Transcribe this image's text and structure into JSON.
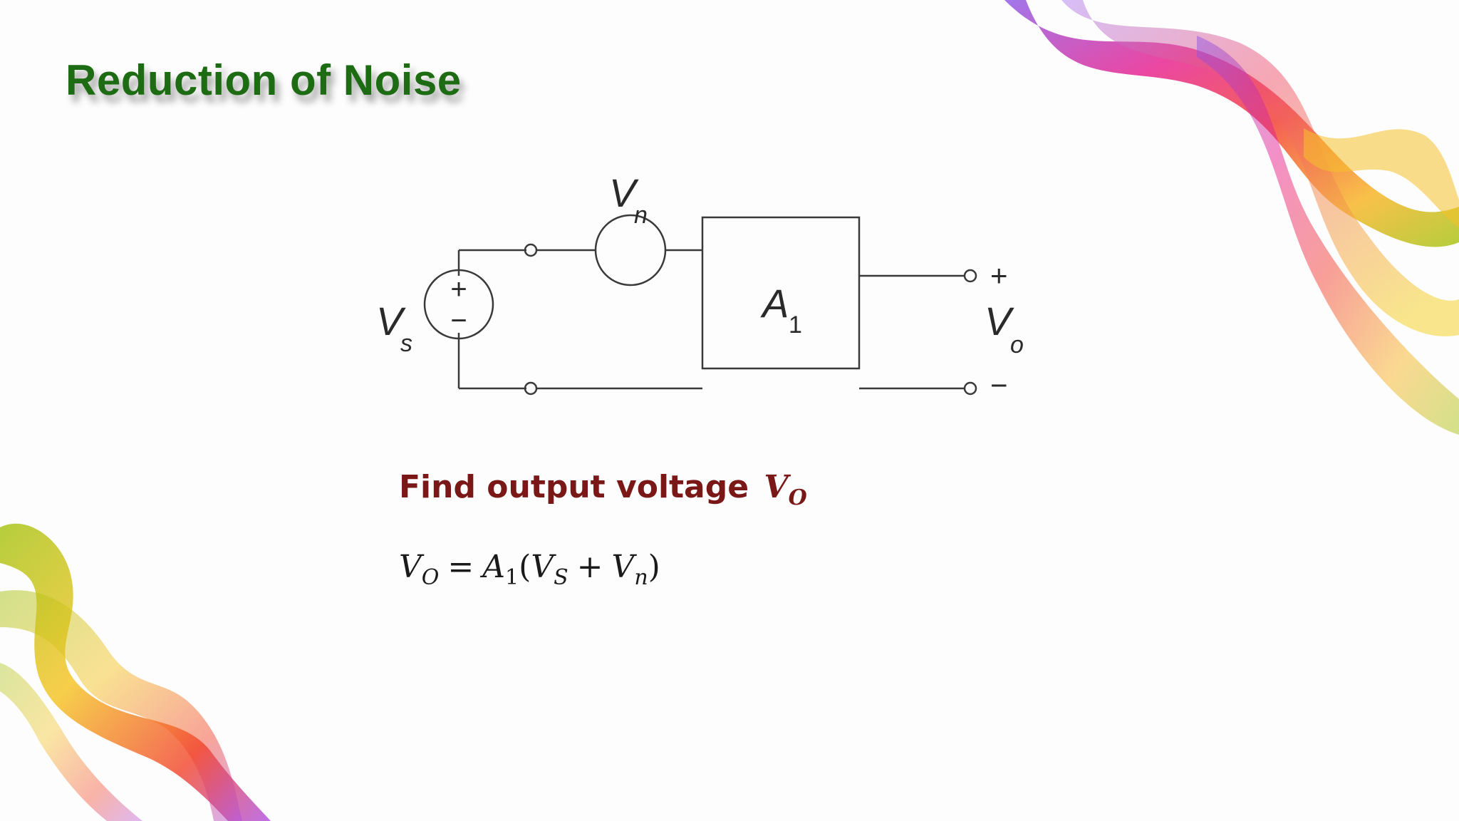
{
  "slide": {
    "title": "Reduction of Noise"
  },
  "circuit": {
    "source_label": "V",
    "source_sub": "s",
    "source_plus": "+",
    "source_minus": "−",
    "noise_label": "V",
    "noise_sub": "n",
    "amp_label": "A",
    "amp_sub": "1",
    "out_label": "V",
    "out_sub": "o",
    "out_plus": "+",
    "out_minus": "−"
  },
  "question": {
    "text": "Find output voltage",
    "var": "V",
    "var_sub": "O"
  },
  "equation": {
    "lhs": "V",
    "lhs_sub": "O",
    "eq": "=",
    "gain": "A",
    "gain_sub": "1",
    "open": "(",
    "vs": "V",
    "vs_sub": "S",
    "plus": "+",
    "vn": "V",
    "vn_sub": "n",
    "close": ")"
  },
  "colors": {
    "title": "#1d6b12",
    "question": "#7a1818",
    "line": "#3a3a3a"
  }
}
